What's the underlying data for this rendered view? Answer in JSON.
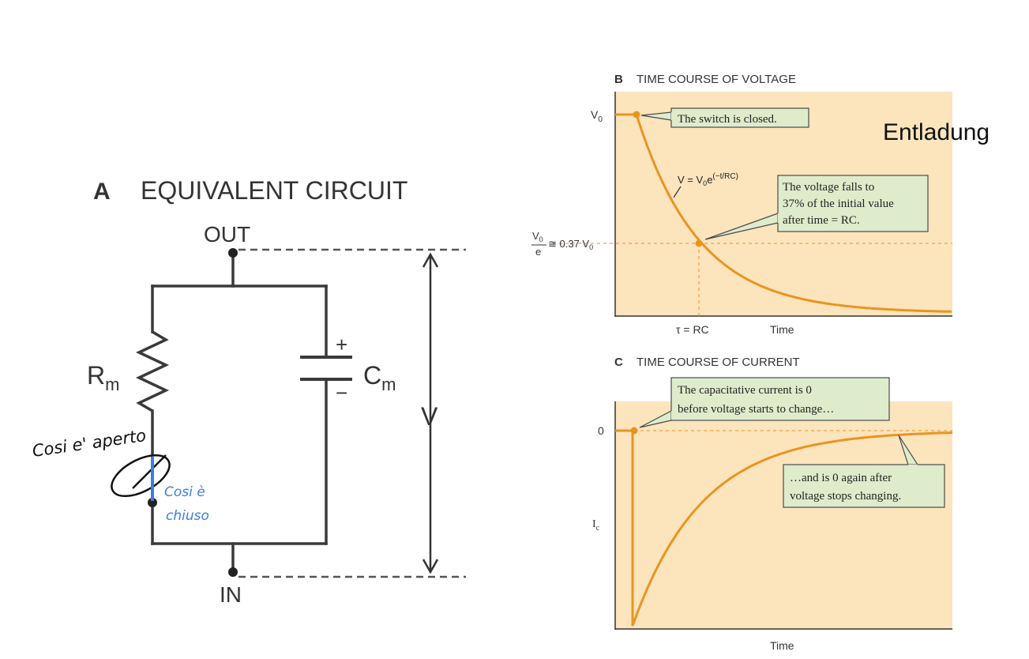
{
  "panel_a": {
    "letter": "A",
    "title": "EQUIVALENT CIRCUIT",
    "out_label": "OUT",
    "in_label": "IN",
    "resistor_main": "R",
    "resistor_sub": "m",
    "capacitor_main": "C",
    "capacitor_sub": "m",
    "plus_sign": "+",
    "minus_sign": "−",
    "voltage_label": "V",
    "note_open": "Cosi e' aperto",
    "note_closed_line1": "Cosi è",
    "note_closed_line2": "chiuso"
  },
  "panel_b": {
    "letter": "B",
    "title": "TIME COURSE OF VOLTAGE",
    "y_top_main": "V",
    "y_top_sub": "0",
    "y_mid_num_main": "V",
    "y_mid_num_sub": "0",
    "y_mid_den": "e",
    "y_mid_rest": "≅ 0.37 V",
    "y_mid_rest_sub": "0",
    "x_tau": "τ = RC",
    "x_time": "Time",
    "formula_v": "V = V",
    "formula_sub": "0",
    "formula_e": "e",
    "formula_exp": "(−t/RC)",
    "callout_switch": "The switch is closed.",
    "callout_fall_line1": "The voltage falls to",
    "callout_fall_line2": "37% of the initial value",
    "callout_fall_line3": "after time = RC.",
    "annotation": "Entladung"
  },
  "panel_c": {
    "letter": "C",
    "title": "TIME COURSE OF CURRENT",
    "y_zero": "0",
    "y_label_main": "I",
    "y_label_sub": "c",
    "x_time": "Time",
    "callout_before_line1": "The capacitative current is 0",
    "callout_before_line2": "before voltage starts to change…",
    "callout_after_line1": "…and is 0 again after",
    "callout_after_line2": "voltage stops changing."
  },
  "colors": {
    "plot_bg": "#fce4bd",
    "curve": "#e8951f",
    "callout_bg": "#dfeccc",
    "callout_border": "#4a4a4a",
    "circuit_line": "#3a3a3a",
    "note_blue": "#3a7fe0"
  }
}
